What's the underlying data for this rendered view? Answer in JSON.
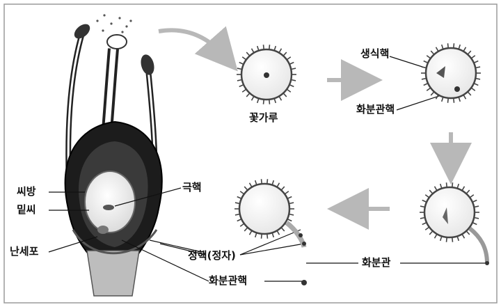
{
  "labels": {
    "pollen": "꽃가루",
    "generative_nucleus": "생식핵",
    "tube_nucleus_top": "화분관핵",
    "pollen_tube": "화분관",
    "polar_nuclei": "극핵",
    "ovary": "씨방",
    "ovule": "밑씨",
    "egg_cell": "난세포",
    "sperm_nuclei": "정핵(정자)",
    "tube_nucleus_bottom": "화분관핵"
  },
  "colors": {
    "arrow": "#b8b8b8",
    "ink": "#111111",
    "frame": "#9a9a9a"
  }
}
